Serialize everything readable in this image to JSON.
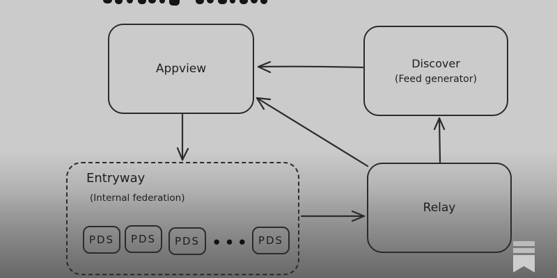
{
  "diagram": {
    "stroke_color": "#2b2b2b",
    "background_top": "#cbcbcb",
    "background_bottom": "#676767",
    "nodes": {
      "appview": {
        "label": "Appview"
      },
      "discover": {
        "label": "Discover",
        "sublabel": "(Feed generator)"
      },
      "entryway": {
        "label": "Entryway",
        "sublabel": "(Internal federation)",
        "pds": [
          "PDS",
          "PDS",
          "PDS",
          "PDS"
        ],
        "ellipsis": "•••"
      },
      "relay": {
        "label": "Relay"
      }
    },
    "edges": [
      {
        "from": "Discover (Feed generator)",
        "to": "Appview"
      },
      {
        "from": "Relay",
        "to": "Appview"
      },
      {
        "from": "Relay",
        "to": "Discover (Feed generator)"
      },
      {
        "from": "Appview",
        "to": "Entryway"
      },
      {
        "from": "Entryway",
        "to": "Relay"
      }
    ]
  },
  "watermark": {
    "icon": "substack-logo",
    "color": "#c7c7c7"
  }
}
